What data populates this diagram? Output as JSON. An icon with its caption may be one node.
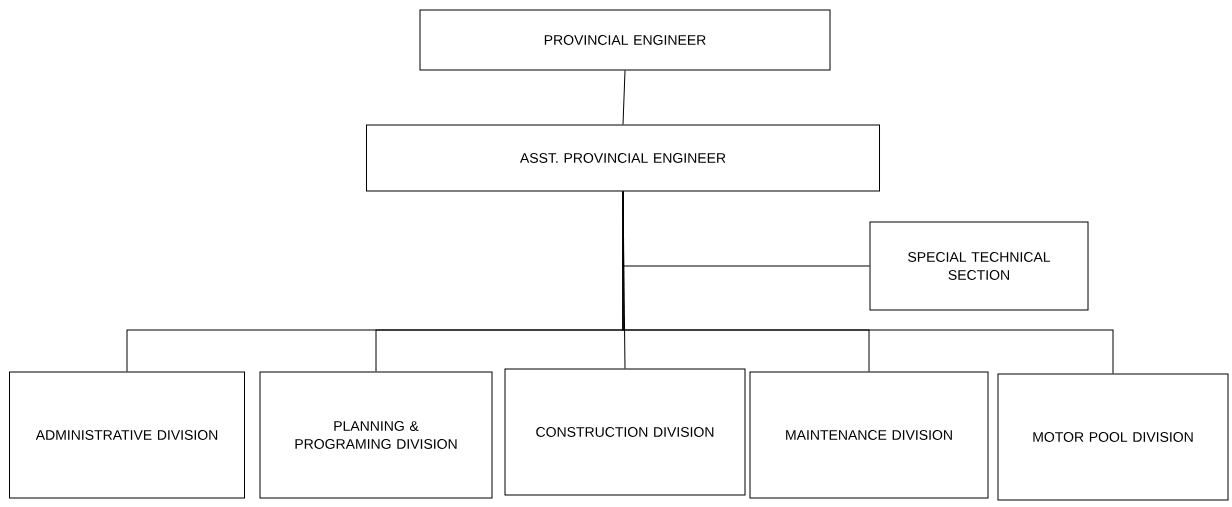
{
  "diagram": {
    "nodes": [
      {
        "text": [
          "PROVINCIAL ENGINEER"
        ]
      },
      {
        "text": [
          "ASST. PROVINCIAL ENGINEER"
        ]
      },
      {
        "text": [
          "SPECIAL TECHNICAL SECTION"
        ]
      },
      {
        "text": [
          "ADMINISTRATIVE DIVISION"
        ]
      },
      {
        "text": [
          "PLANNING & PROGRAMING DIVISION"
        ]
      },
      {
        "text": [
          "CONSTRUCTION DIVISION"
        ]
      },
      {
        "text": [
          "MAINTENANCE DIVISION"
        ]
      },
      {
        "text": [
          "MOTOR POOL DIVISION"
        ]
      }
    ],
    "edges": [
      {
        "from": 0,
        "to": 1,
        "arrow": "none"
      },
      {
        "from": 1,
        "to": 2,
        "arrow": "none"
      },
      {
        "from": 1,
        "to": 3,
        "arrow": "none"
      },
      {
        "from": 1,
        "to": 4,
        "arrow": "none"
      },
      {
        "from": 1,
        "to": 5,
        "arrow": "none"
      },
      {
        "from": 1,
        "to": 6,
        "arrow": "none"
      },
      {
        "from": 1,
        "to": 7,
        "arrow": "none"
      }
    ]
  }
}
